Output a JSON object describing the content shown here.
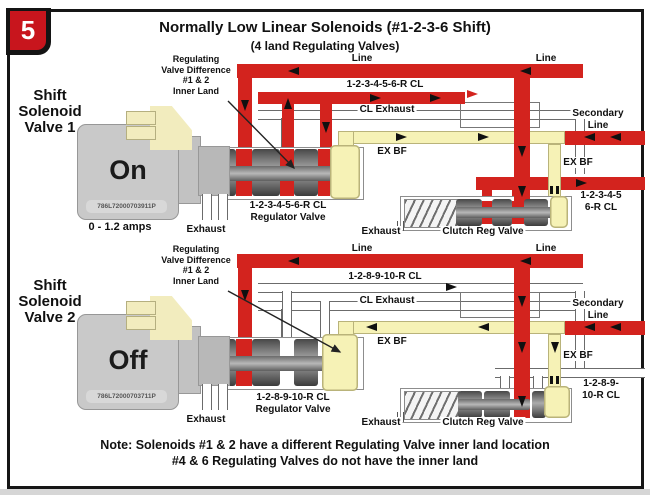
{
  "badge": "5",
  "title": "Normally Low Linear Solenoids (#1-2-3-6 Shift)",
  "subtitle": "(4 land Regulating Valves)",
  "note": {
    "line1": "Note: Solenoids #1 & 2 have a different Regulating Valve inner land location",
    "line2": "#4 & 6 Regulating Valves do not have the inner land"
  },
  "colors": {
    "pipe_red": "#d3231e",
    "pipe_yellow": "#f6f2b6",
    "solenoid_gray": "#c9c9c9",
    "badge_red": "#c8151d"
  },
  "panels": [
    {
      "shift_line1": "Shift",
      "shift_line2": "Solenoid",
      "shift_line3": "Valve 1",
      "state": "On",
      "part_number": "786L72000703911P",
      "amps": "0 - 1.2 amps",
      "regdiff_line1": "Regulating",
      "regdiff_line2": "Valve Difference",
      "regdiff_line3": "#1 & 2",
      "regdiff_line4": "Inner Land",
      "solenoid_exhaust": "Exhaust",
      "line_left": "Line",
      "line_right": "Line",
      "cl": "1-2-3-4-5-6-R CL",
      "cl_exhaust": "CL Exhaust",
      "exbf": "EX BF",
      "exbf_vert": "EX BF",
      "secondary_line1": "Secondary",
      "secondary_line2": "Line",
      "right_cl_line1": "1-2-3-4-5",
      "right_cl_line2": "6-R CL",
      "reg_valve_line1": "1-2-3-4-5-6-R CL",
      "reg_valve_line2": "Regulator Valve",
      "clutch_exhaust": "Exhaust",
      "clutch_valve": "Clutch Reg Valve"
    },
    {
      "shift_line1": "Shift",
      "shift_line2": "Solenoid",
      "shift_line3": "Valve 2",
      "state": "Off",
      "part_number": "786L72000703711P",
      "regdiff_line1": "Regulating",
      "regdiff_line2": "Valve Difference",
      "regdiff_line3": "#1 & 2",
      "regdiff_line4": "Inner Land",
      "solenoid_exhaust": "Exhaust",
      "line_left": "Line",
      "line_right": "Line",
      "cl": "1-2-8-9-10-R CL",
      "cl_exhaust": "CL Exhaust",
      "exbf": "EX BF",
      "exbf_vert": "EX BF",
      "secondary_line1": "Secondary",
      "secondary_line2": "Line",
      "right_cl_line1": "1-2-8-9-",
      "right_cl_line2": "10-R CL",
      "reg_valve_line1": "1-2-8-9-10-R CL",
      "reg_valve_line2": "Regulator Valve",
      "clutch_exhaust": "Exhaust",
      "clutch_valve": "Clutch Reg Valve"
    }
  ]
}
